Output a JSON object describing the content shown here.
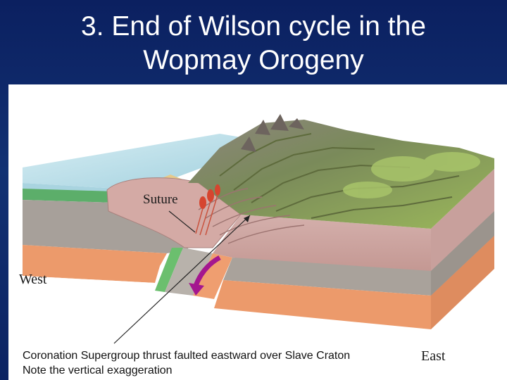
{
  "slide": {
    "title_line1": "3. End of  Wilson cycle in the",
    "title_line2": "Wopmay Orogeny"
  },
  "diagram": {
    "suture_label": "Suture",
    "west_label": "West",
    "east_label": "East"
  },
  "caption": {
    "line1": "Coronation Supergroup thrust faulted eastward over Slave Craton",
    "line2": "Note the vertical exaggeration"
  },
  "colors": {
    "background": "#0b2060",
    "ocean": "#b8dde8",
    "green_layer": "#5cae6a",
    "grey_layer": "#a7a09a",
    "orange_layer": "#ec9a6b",
    "crust_pink": "#c9a2a0",
    "arrow_magenta": "#a4178f"
  }
}
